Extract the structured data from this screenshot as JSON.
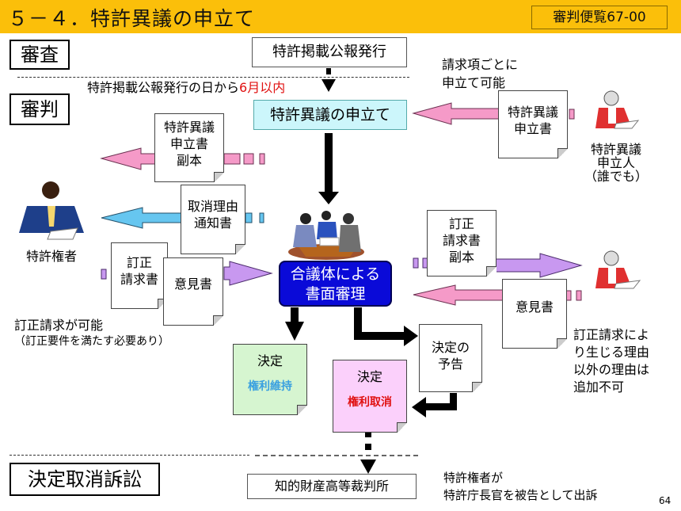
{
  "header": {
    "title": "５－４．特許異議の申立て",
    "reference": "審判便覧67-00"
  },
  "phases": {
    "examination": "審査",
    "trial": "審判",
    "litigation": "決定取消訴訟"
  },
  "flow": {
    "publication": "特許掲載公報発行",
    "deadline_prefix": "特許掲載公報発行の日から",
    "deadline_highlight": "6月以内",
    "opposition": "特許異議の申立て",
    "panel_line1": "合議体による",
    "panel_line2": "書面審理",
    "court": "知的財産高等裁判所"
  },
  "documents": {
    "opposition_brief": [
      "特許異議",
      "申立書"
    ],
    "opposition_copy": [
      "特許異議",
      "申立書",
      "副本"
    ],
    "revocation_notice": [
      "取消理由",
      "通知書"
    ],
    "correction_request": [
      "訂正",
      "請求書"
    ],
    "opinion_owner": "意見書",
    "correction_copy": [
      "訂正",
      "請求書",
      "副本"
    ],
    "opinion_opponent": "意見書",
    "advance_notice": [
      "決定の",
      "予告"
    ]
  },
  "decisions": {
    "maintain": {
      "label": "決定",
      "result": "権利維持",
      "result_color": "#3aa0e0",
      "bg": "#d6f5d0"
    },
    "revoke": {
      "label": "決定",
      "result": "権利取消",
      "result_color": "#e01010",
      "bg": "#fbd0fb"
    }
  },
  "actors": {
    "opponent": [
      "特許異議",
      "申立人",
      "（誰でも）"
    ],
    "owner": "特許権者"
  },
  "notes": {
    "per_claim": [
      "請求項ごとに",
      "申立て可能"
    ],
    "correction_possible": "訂正請求が可能",
    "correction_requirement": "（訂正要件を満たす必要あり）",
    "no_additional_reasons": [
      "訂正請求によ",
      "り生じる理由",
      "以外の理由は",
      "追加不可"
    ],
    "appeal": [
      "特許権者が",
      "特許庁長官を被告として出訴"
    ]
  },
  "page_number": "64",
  "colors": {
    "header": "#fbbf0a",
    "opposition_box": "#ccf6fb",
    "panel_box": "#0a0ad8",
    "pink_arrow": "#f59ac8",
    "blue_arrow": "#66c6f0",
    "purple_arrow": "#c898f0",
    "deadline_highlight": "#e01010"
  }
}
